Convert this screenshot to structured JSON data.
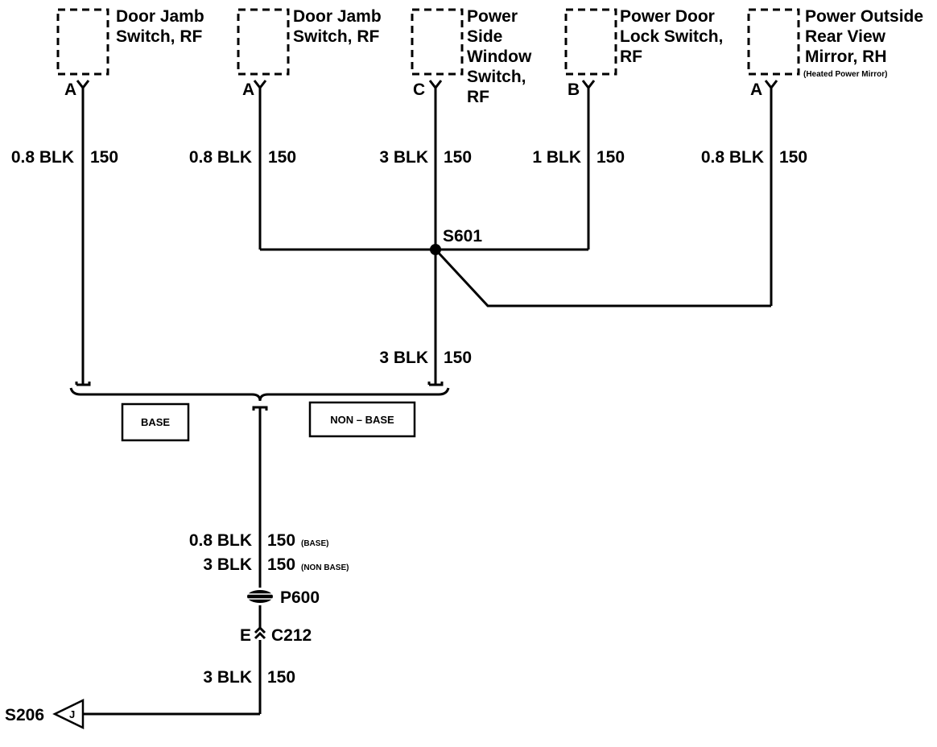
{
  "components": [
    {
      "id": "door-jamb-rf-1",
      "lines": [
        "Door Jamb",
        "Switch, RF"
      ],
      "pin": "A",
      "wire_size": "0.8 BLK",
      "circuit": "150"
    },
    {
      "id": "door-jamb-rf-2",
      "lines": [
        "Door Jamb",
        "Switch, RF"
      ],
      "pin": "A",
      "wire_size": "0.8 BLK",
      "circuit": "150"
    },
    {
      "id": "power-side-window",
      "lines": [
        "Power",
        "Side",
        "Window",
        "Switch,",
        "RF"
      ],
      "pin": "C",
      "wire_size": "3 BLK",
      "circuit": "150"
    },
    {
      "id": "power-door-lock",
      "lines": [
        "Power Door",
        "Lock Switch,",
        "RF"
      ],
      "pin": "B",
      "wire_size": "1 BLK",
      "circuit": "150"
    },
    {
      "id": "power-mirror-rh",
      "lines": [
        "Power Outside",
        "Rear View",
        "Mirror, RH"
      ],
      "note": "(Heated Power Mirror)",
      "pin": "A",
      "wire_size": "0.8 BLK",
      "circuit": "150"
    }
  ],
  "splice": {
    "label": "S601"
  },
  "trunk": {
    "wire_size": "3 BLK",
    "circuit": "150"
  },
  "options": {
    "base": "BASE",
    "non_base": "NON – BASE"
  },
  "lower": {
    "wire1_size": "0.8 BLK",
    "wire1_circuit": "150",
    "wire1_note": "(BASE)",
    "wire2_size": "3 BLK",
    "wire2_circuit": "150",
    "wire2_note": "(NON BASE)",
    "pass_through": "P600",
    "connector_pin": "E",
    "connector": "C212",
    "wire3_size": "3 BLK",
    "wire3_circuit": "150"
  },
  "ground": {
    "label": "S206",
    "pin": "J"
  }
}
